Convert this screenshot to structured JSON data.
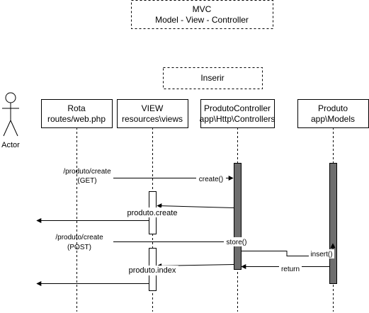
{
  "title_box": {
    "line1": "MVC",
    "line2": "Model - View - Controller"
  },
  "subtitle_box": {
    "text": "Inserir"
  },
  "actor": {
    "label": "Actor"
  },
  "lifelines": [
    {
      "id": "rota",
      "line1": "Rota",
      "line2": "routes/web.php"
    },
    {
      "id": "view",
      "line1": "VIEW",
      "line2": "resources\\views"
    },
    {
      "id": "controller",
      "line1": "ProdutoController",
      "line2": "app\\Http\\Controllers"
    },
    {
      "id": "model",
      "line1": "Produto",
      "line2": "app\\Models"
    }
  ],
  "messages": {
    "get_request": {
      "line1": "/produto/create",
      "line2": "(GET)"
    },
    "create_call": "create()",
    "create_view": "produto.create",
    "post_request": {
      "line1": "/produto/create",
      "line2": "(POST)"
    },
    "store_call": "store()",
    "insert_call": "insert()",
    "return_label": "return",
    "index_view": "produto.index"
  },
  "colors": {
    "activation_fill": "#6e6e6e",
    "line": "#000000",
    "background": "#ffffff"
  }
}
